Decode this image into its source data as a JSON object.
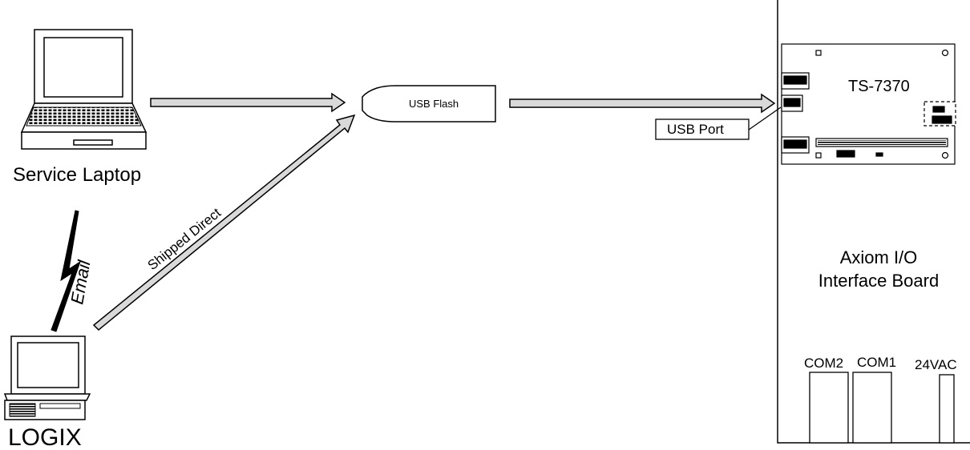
{
  "labels": {
    "service_laptop": "Service Laptop",
    "logix": "LOGIX",
    "email": "Email",
    "shipped_direct": "Shipped Direct",
    "usb_flash": "USB Flash",
    "usb_port": "USB Port",
    "ts_board": "TS-7370",
    "axiom_line1": "Axiom I/O",
    "axiom_line2": "Interface Board",
    "com2": "COM2",
    "com1": "COM1",
    "power": "24VAC"
  },
  "colors": {
    "arrow_fill": "#d9d9d9",
    "stroke": "#000000"
  },
  "icons": [
    "laptop-icon",
    "desktop-computer-icon",
    "lightning-bolt-icon",
    "usb-flash-drive-icon"
  ]
}
